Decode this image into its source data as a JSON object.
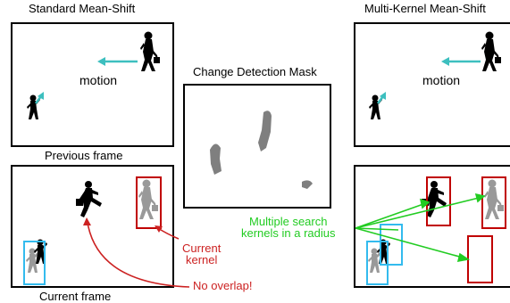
{
  "left_title": "Standard Mean-Shift",
  "right_title": "Multi-Kernel Mean-Shift",
  "center_title": "Change Detection Mask",
  "previous_frame_label": "Previous frame",
  "current_frame_label": "Current frame",
  "motion_label_left": "motion",
  "motion_label_right": "motion",
  "multiple_search_line1": "Multiple search",
  "multiple_search_line2": "kernels in a radius",
  "current_kernel_line1": "Current",
  "current_kernel_line2": "kernel",
  "no_overlap_label": "No overlap!",
  "colors": {
    "motion_arrow": "#3dbfbf",
    "kernel_red": "#c00000",
    "kernel_cyan": "#33bbee",
    "search_green": "#22cc22",
    "annotation_red": "#cc2222",
    "silhouette": "#000000",
    "ghost": "#999999",
    "mask_blob": "#7f7f7f"
  },
  "icons": [
    "walking-woman-silhouette-icon",
    "child-silhouette-icon"
  ]
}
